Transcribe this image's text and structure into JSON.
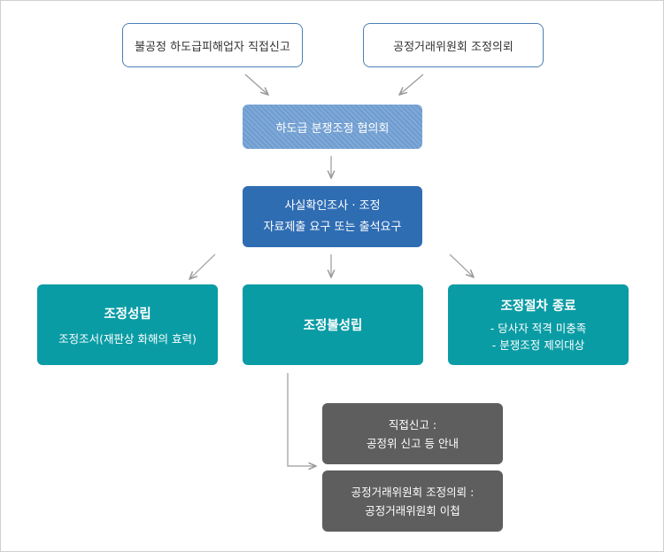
{
  "sources": {
    "left": "불공정 하도급피해업자 직접신고",
    "right": "공정거래위원회 조정의뢰"
  },
  "council": "하도급 분쟁조정 협의회",
  "investigation": {
    "line1": "사실확인조사 · 조정",
    "line2": "자료제출 요구 또는 출석요구"
  },
  "outcomes": {
    "success": {
      "title": "조정성립",
      "sub": "조정조서(재판상 화해의 효력)"
    },
    "failure": {
      "title": "조정불성립"
    },
    "terminated": {
      "title": "조정절차 종료",
      "items": [
        "- 당사자 적격 미충족",
        "- 분쟁조정 제외대상"
      ]
    }
  },
  "followups": {
    "direct": {
      "line1": "직접신고 :",
      "line2": "공정위 신고 등 안내"
    },
    "referral": {
      "line1": "공정거래위원회 조정의뢰 :",
      "line2": "공정거래위원회 이첩"
    }
  },
  "colors": {
    "source_border": "#4a7fb5",
    "council": "#7fa9d8",
    "investigation": "#2f6db3",
    "outcome": "#0a9ca5",
    "followup": "#5e5e5e",
    "arrow": "#9a9a9a"
  }
}
